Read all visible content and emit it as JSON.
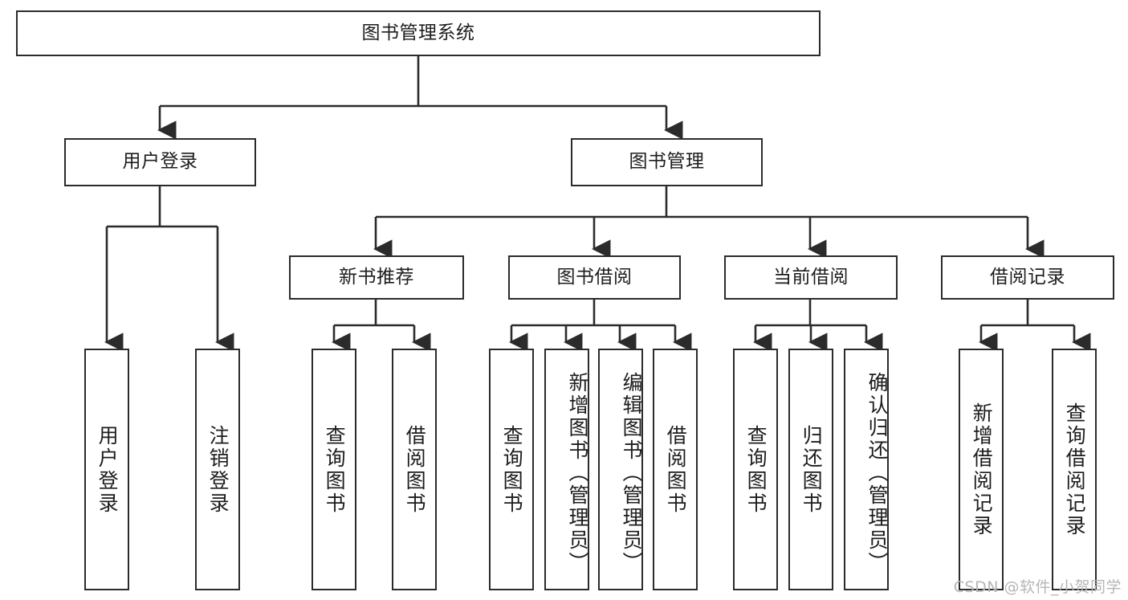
{
  "diagram": {
    "title": "图书管理系统",
    "watermark": "CSDN @软件_小贺同学",
    "stroke_color": "#2b2b2b",
    "background_color": "#ffffff",
    "text_color": "#1d1d1d",
    "root": {
      "label": "图书管理系统"
    },
    "level2": [
      {
        "label": "用户登录"
      },
      {
        "label": "图书管理"
      }
    ],
    "level3": [
      {
        "label": "新书推荐"
      },
      {
        "label": "图书借阅"
      },
      {
        "label": "当前借阅"
      },
      {
        "label": "借阅记录"
      }
    ],
    "leaves": {
      "user_login": [
        {
          "label": "用户登录"
        },
        {
          "label": "注销登录"
        }
      ],
      "new_book_recommend": [
        {
          "label": "查询图书"
        },
        {
          "label": "借阅图书"
        }
      ],
      "book_borrow": [
        {
          "label": "查询图书"
        },
        {
          "label": "新增图书（管理员）"
        },
        {
          "label": "编辑图书（管理员）"
        },
        {
          "label": "借阅图书"
        }
      ],
      "current_borrow": [
        {
          "label": "查询图书"
        },
        {
          "label": "归还图书"
        },
        {
          "label": "确认归还（管理员）"
        }
      ],
      "borrow_record": [
        {
          "label": "新增借阅记录"
        },
        {
          "label": "查询借阅记录"
        }
      ]
    }
  }
}
